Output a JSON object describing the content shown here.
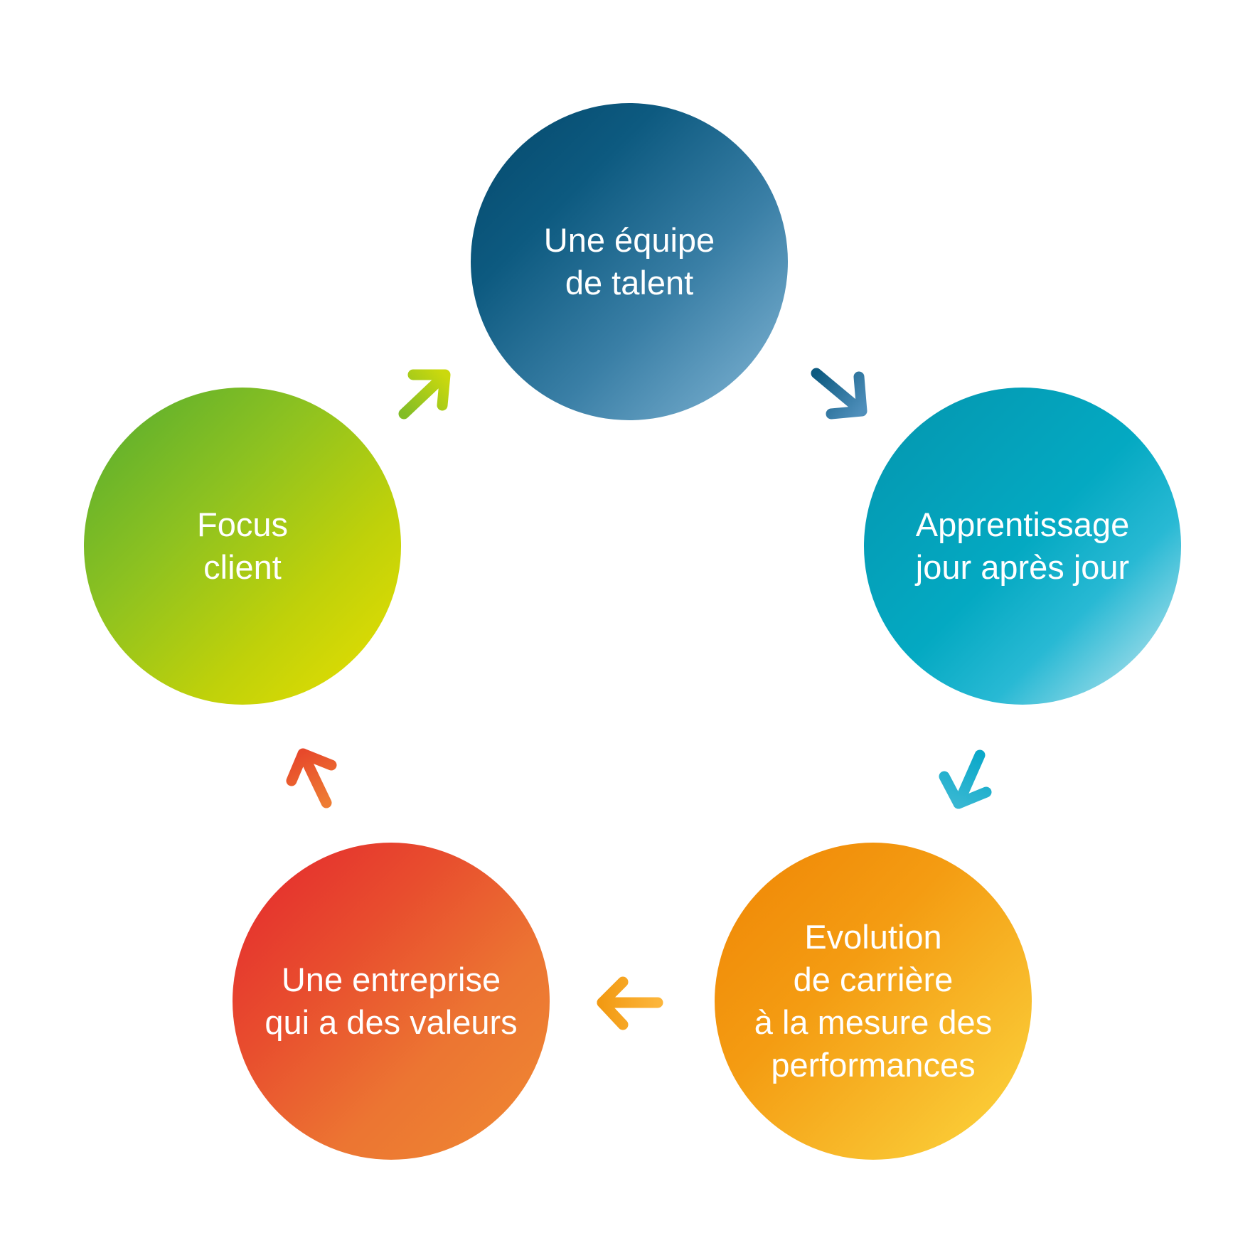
{
  "cycle": {
    "nodes": [
      {
        "id": "talent",
        "lines": [
          "Une équipe",
          "de talent"
        ]
      },
      {
        "id": "apprentissage",
        "lines": [
          "Apprentissage",
          "jour après jour"
        ]
      },
      {
        "id": "evolution",
        "lines": [
          "Evolution",
          "de carrière",
          "à la mesure des",
          "performances"
        ]
      },
      {
        "id": "valeurs",
        "lines": [
          "Une entreprise",
          "qui a des valeurs"
        ]
      },
      {
        "id": "focus",
        "lines": [
          "Focus",
          "client"
        ]
      }
    ]
  },
  "colors": {
    "talent": "#0d5a80",
    "apprentissage": "#04a9c2",
    "evolution": "#f49c12",
    "valeurs": "#e84d2e",
    "focus": "#8ec220"
  }
}
